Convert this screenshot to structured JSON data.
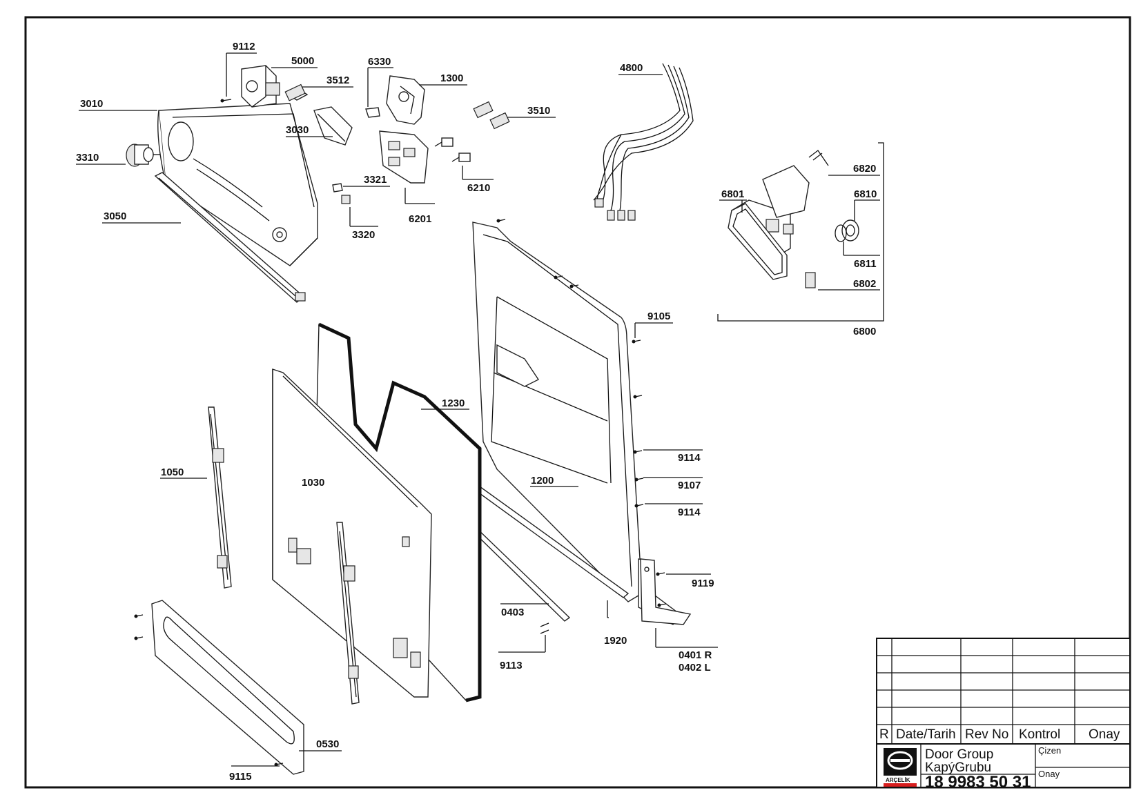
{
  "drawing": {
    "callouts": [
      {
        "id": "9112",
        "text": "9112"
      },
      {
        "id": "5000",
        "text": "5000"
      },
      {
        "id": "3512",
        "text": "3512"
      },
      {
        "id": "6330",
        "text": "6330"
      },
      {
        "id": "1300",
        "text": "1300"
      },
      {
        "id": "3010",
        "text": "3010"
      },
      {
        "id": "3030",
        "text": "3030"
      },
      {
        "id": "3510",
        "text": "3510"
      },
      {
        "id": "4800",
        "text": "4800"
      },
      {
        "id": "3310",
        "text": "3310"
      },
      {
        "id": "3321",
        "text": "3321"
      },
      {
        "id": "6210",
        "text": "6210"
      },
      {
        "id": "6201",
        "text": "6201"
      },
      {
        "id": "3050",
        "text": "3050"
      },
      {
        "id": "3320",
        "text": "3320"
      },
      {
        "id": "6820",
        "text": "6820"
      },
      {
        "id": "6801",
        "text": "6801"
      },
      {
        "id": "6810",
        "text": "6810"
      },
      {
        "id": "6811",
        "text": "6811"
      },
      {
        "id": "6802",
        "text": "6802"
      },
      {
        "id": "6800",
        "text": "6800"
      },
      {
        "id": "9105",
        "text": "9105"
      },
      {
        "id": "1230",
        "text": "1230"
      },
      {
        "id": "1050",
        "text": "1050"
      },
      {
        "id": "1030",
        "text": "1030"
      },
      {
        "id": "1200",
        "text": "1200"
      },
      {
        "id": "9114a",
        "text": "9114"
      },
      {
        "id": "9107",
        "text": "9107"
      },
      {
        "id": "9114b",
        "text": "9114"
      },
      {
        "id": "9119",
        "text": "9119"
      },
      {
        "id": "0403",
        "text": "0403"
      },
      {
        "id": "1920",
        "text": "1920"
      },
      {
        "id": "0401",
        "text": "0401 R"
      },
      {
        "id": "0402",
        "text": "0402 L"
      },
      {
        "id": "9113",
        "text": "9113"
      },
      {
        "id": "0530",
        "text": "0530"
      },
      {
        "id": "9115",
        "text": "9115"
      }
    ]
  },
  "title_block": {
    "revision_headers": [
      "R",
      "Date/Tarih",
      "Rev No",
      "Kontrol",
      "Onay"
    ],
    "title_en": "Door Group",
    "title_tr": "KapýGrubu",
    "drawing_number": "18 9983 50 31",
    "drawn_label": "Çizen",
    "approved_label": "Onay",
    "brand": "ARÇELİK"
  }
}
